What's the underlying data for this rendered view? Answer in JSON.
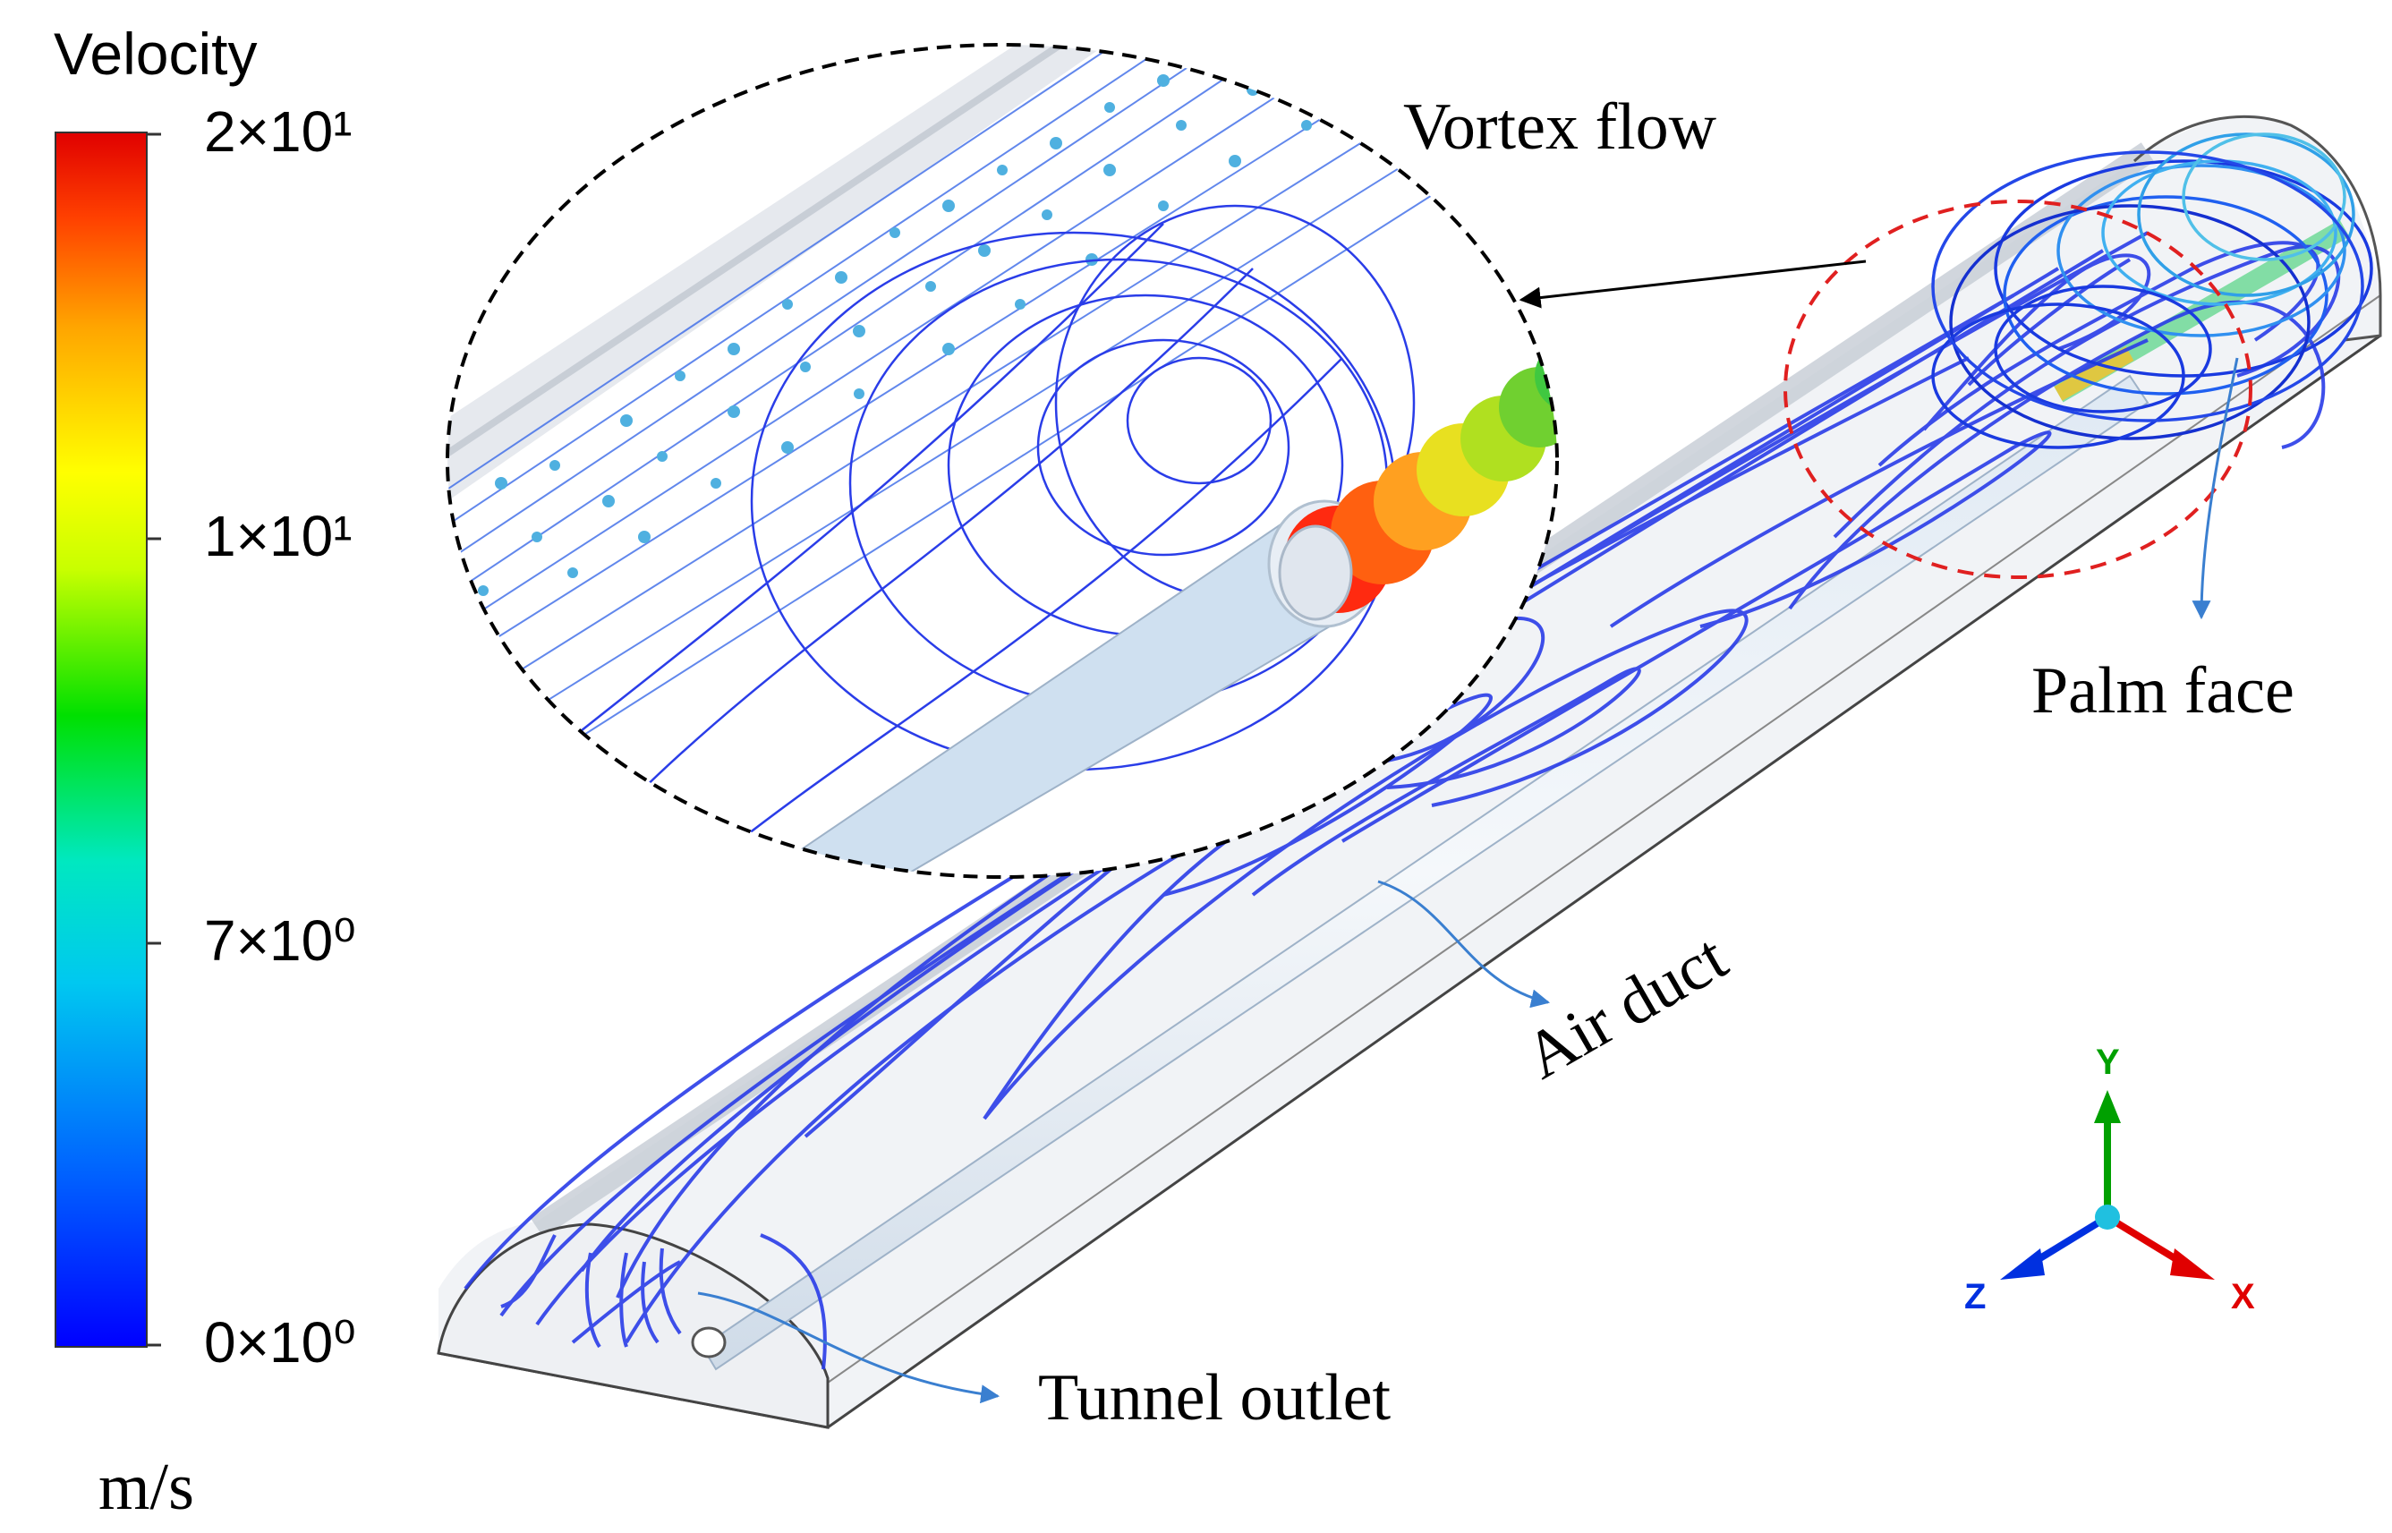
{
  "legend": {
    "title": "Velocity",
    "unit": "m/s",
    "ticks": [
      {
        "label": "2×10¹",
        "value": 20
      },
      {
        "label": "1×10¹",
        "value": 10
      },
      {
        "label": "7×10⁰",
        "value": 7
      },
      {
        "label": "0×10⁰",
        "value": 0
      }
    ],
    "range": [
      0,
      20
    ],
    "colormap": [
      "#0000ff",
      "#0080ff",
      "#00e5e5",
      "#00e000",
      "#c8ff00",
      "#ffff00",
      "#ffa500",
      "#ff4000",
      "#e00000"
    ]
  },
  "annotations": {
    "vortex_flow": "Vortex flow",
    "palm_face": "Palm face",
    "air_duct": "Air duct",
    "tunnel_outlet": "Tunnel outlet"
  },
  "axes_triad": {
    "y": "Y",
    "z": "Z",
    "x": "X",
    "colors": {
      "x": "#e00000",
      "y": "#00a000",
      "z": "#0030e0",
      "origin": "#20c0e0"
    }
  },
  "colors": {
    "streamline": "#2a3de8",
    "particle": "#4fb0e0",
    "zoom_circle": "#000000",
    "highlight_circle": "#e02020",
    "annotation_arrow": "#3a7fd0"
  }
}
